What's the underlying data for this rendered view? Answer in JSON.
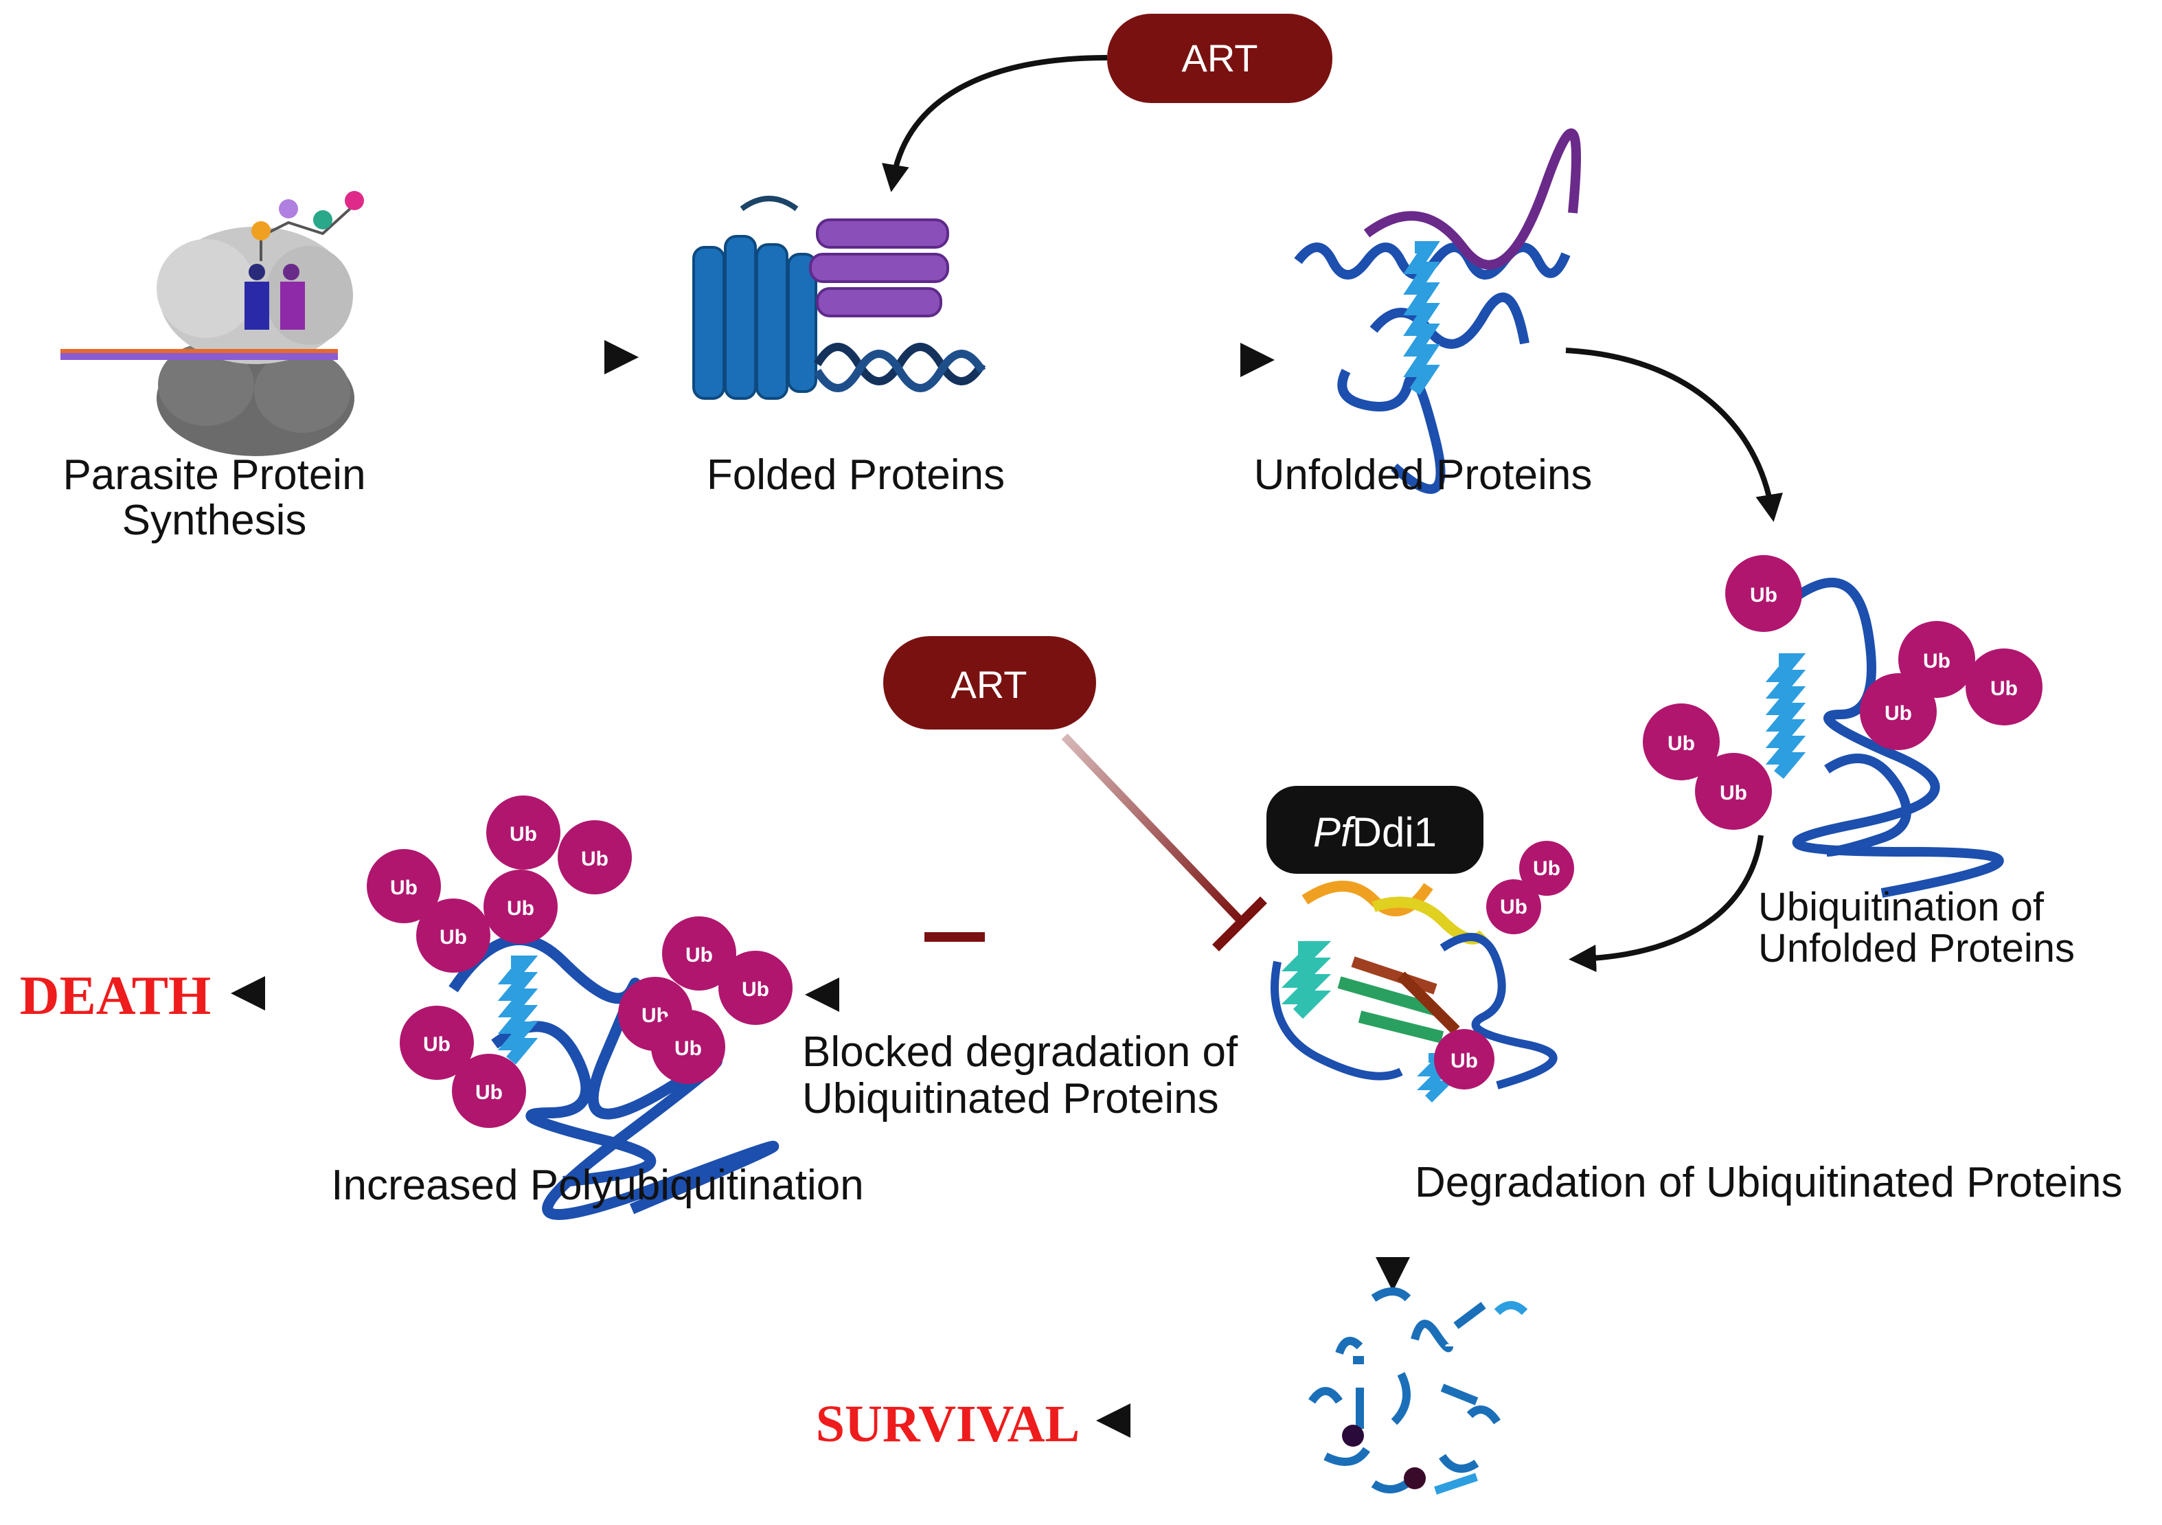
{
  "art_top": "ART",
  "art_mid": "ART",
  "pfddi1": {
    "italic": "Pf",
    "rest": "Ddi1"
  },
  "labels": {
    "synthesis_line1": "Parasite Protein",
    "synthesis_line2": "Synthesis",
    "folded": "Folded Proteins",
    "unfolded": "Unfolded Proteins",
    "ubiq_line1": "Ubiquitination of",
    "ubiq_line2": "Unfolded Proteins",
    "blocked_line1": "Blocked degradation of",
    "blocked_line2": "Ubiquitinated Proteins",
    "increased": "Increased Polyubiquitination",
    "degradation": "Degradation of Ubiquitinated Proteins"
  },
  "outcomes": {
    "death": "DEATH",
    "survival": "SURVIVAL"
  },
  "ub_badge": "Ub",
  "colors": {
    "art_pill": "#7a1111",
    "pfddi1_pill": "#111111",
    "ub": "#b0166e",
    "outcome": "#ee1c1c",
    "inhibition": "#7a1111"
  }
}
